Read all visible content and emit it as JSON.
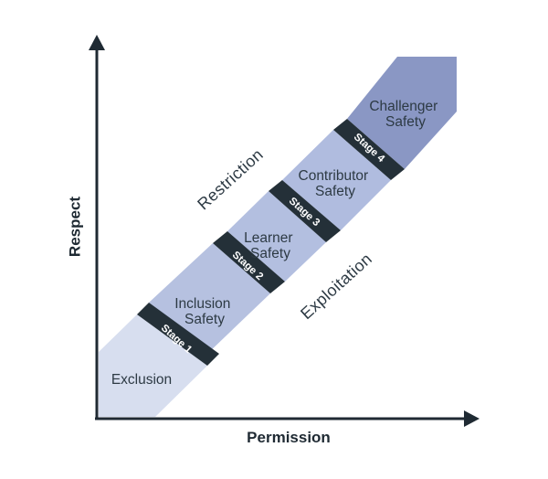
{
  "axes": {
    "x_label": "Permission",
    "y_label": "Respect"
  },
  "regions": {
    "upper": "Restriction",
    "lower": "Exploitation"
  },
  "zones": [
    {
      "line1": "Exclusion",
      "line2": ""
    },
    {
      "line1": "Inclusion",
      "line2": "Safety"
    },
    {
      "line1": "Learner",
      "line2": "Safety"
    },
    {
      "line1": "Contributor",
      "line2": "Safety"
    },
    {
      "line1": "Challenger",
      "line2": "Safety"
    }
  ],
  "stages": [
    "Stage 1",
    "Stage 2",
    "Stage 3",
    "Stage 4"
  ],
  "colors": {
    "axis": "#1f2a33",
    "zone_0": "#d7deef",
    "zone_1": "#b6c1e0",
    "zone_2": "#b3bfe0",
    "zone_3": "#b0bcdf",
    "zone_4": "#8a97c4",
    "stage_band": "#243038"
  }
}
